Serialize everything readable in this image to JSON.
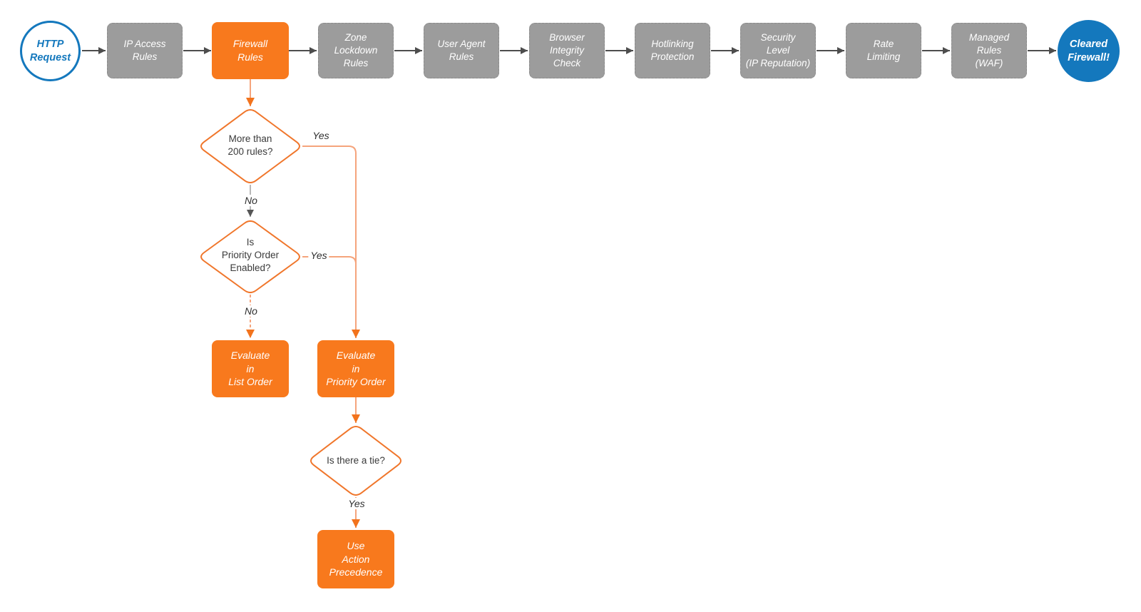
{
  "colors": {
    "accent_orange": "#f8791d",
    "accent_orange_light": "#f5a47c",
    "gray_node": "#9c9c9c",
    "brand_blue": "#1478bd",
    "connector_dark": "#4d4d4d"
  },
  "flow": {
    "start": {
      "label": "HTTP\nRequest"
    },
    "end": {
      "label": "Cleared\nFirewall!"
    },
    "pipeline": [
      {
        "id": "ip-access-rules",
        "label": "IP Access\nRules",
        "highlighted": false
      },
      {
        "id": "firewall-rules",
        "label": "Firewall\nRules",
        "highlighted": true
      },
      {
        "id": "zone-lockdown-rules",
        "label": "Zone\nLockdown\nRules",
        "highlighted": false
      },
      {
        "id": "user-agent-rules",
        "label": "User Agent\nRules",
        "highlighted": false
      },
      {
        "id": "browser-integrity-check",
        "label": "Browser\nIntegrity\nCheck",
        "highlighted": false
      },
      {
        "id": "hotlinking-protection",
        "label": "Hotlinking\nProtection",
        "highlighted": false
      },
      {
        "id": "security-level",
        "label": "Security\nLevel\n(IP Reputation)",
        "highlighted": false
      },
      {
        "id": "rate-limiting",
        "label": "Rate\nLimiting",
        "highlighted": false
      },
      {
        "id": "managed-rules-waf",
        "label": "Managed\nRules\n(WAF)",
        "highlighted": false
      }
    ],
    "decisions": [
      {
        "id": "more-than-200-rules",
        "label": "More than\n200 rules?"
      },
      {
        "id": "priority-order-enabled",
        "label": "Is\nPriority Order\nEnabled?"
      },
      {
        "id": "is-there-a-tie",
        "label": "Is there a tie?"
      }
    ],
    "actions": [
      {
        "id": "evaluate-in-list-order",
        "label": "Evaluate\nin\nList Order"
      },
      {
        "id": "evaluate-in-priority-order",
        "label": "Evaluate\nin\nPriority Order"
      },
      {
        "id": "use-action-precedence",
        "label": "Use\nAction\nPrecedence"
      }
    ],
    "edge_labels": {
      "yes1": "Yes",
      "no1": "No",
      "yes2": "Yes",
      "no2": "No",
      "yes3": "Yes"
    }
  }
}
